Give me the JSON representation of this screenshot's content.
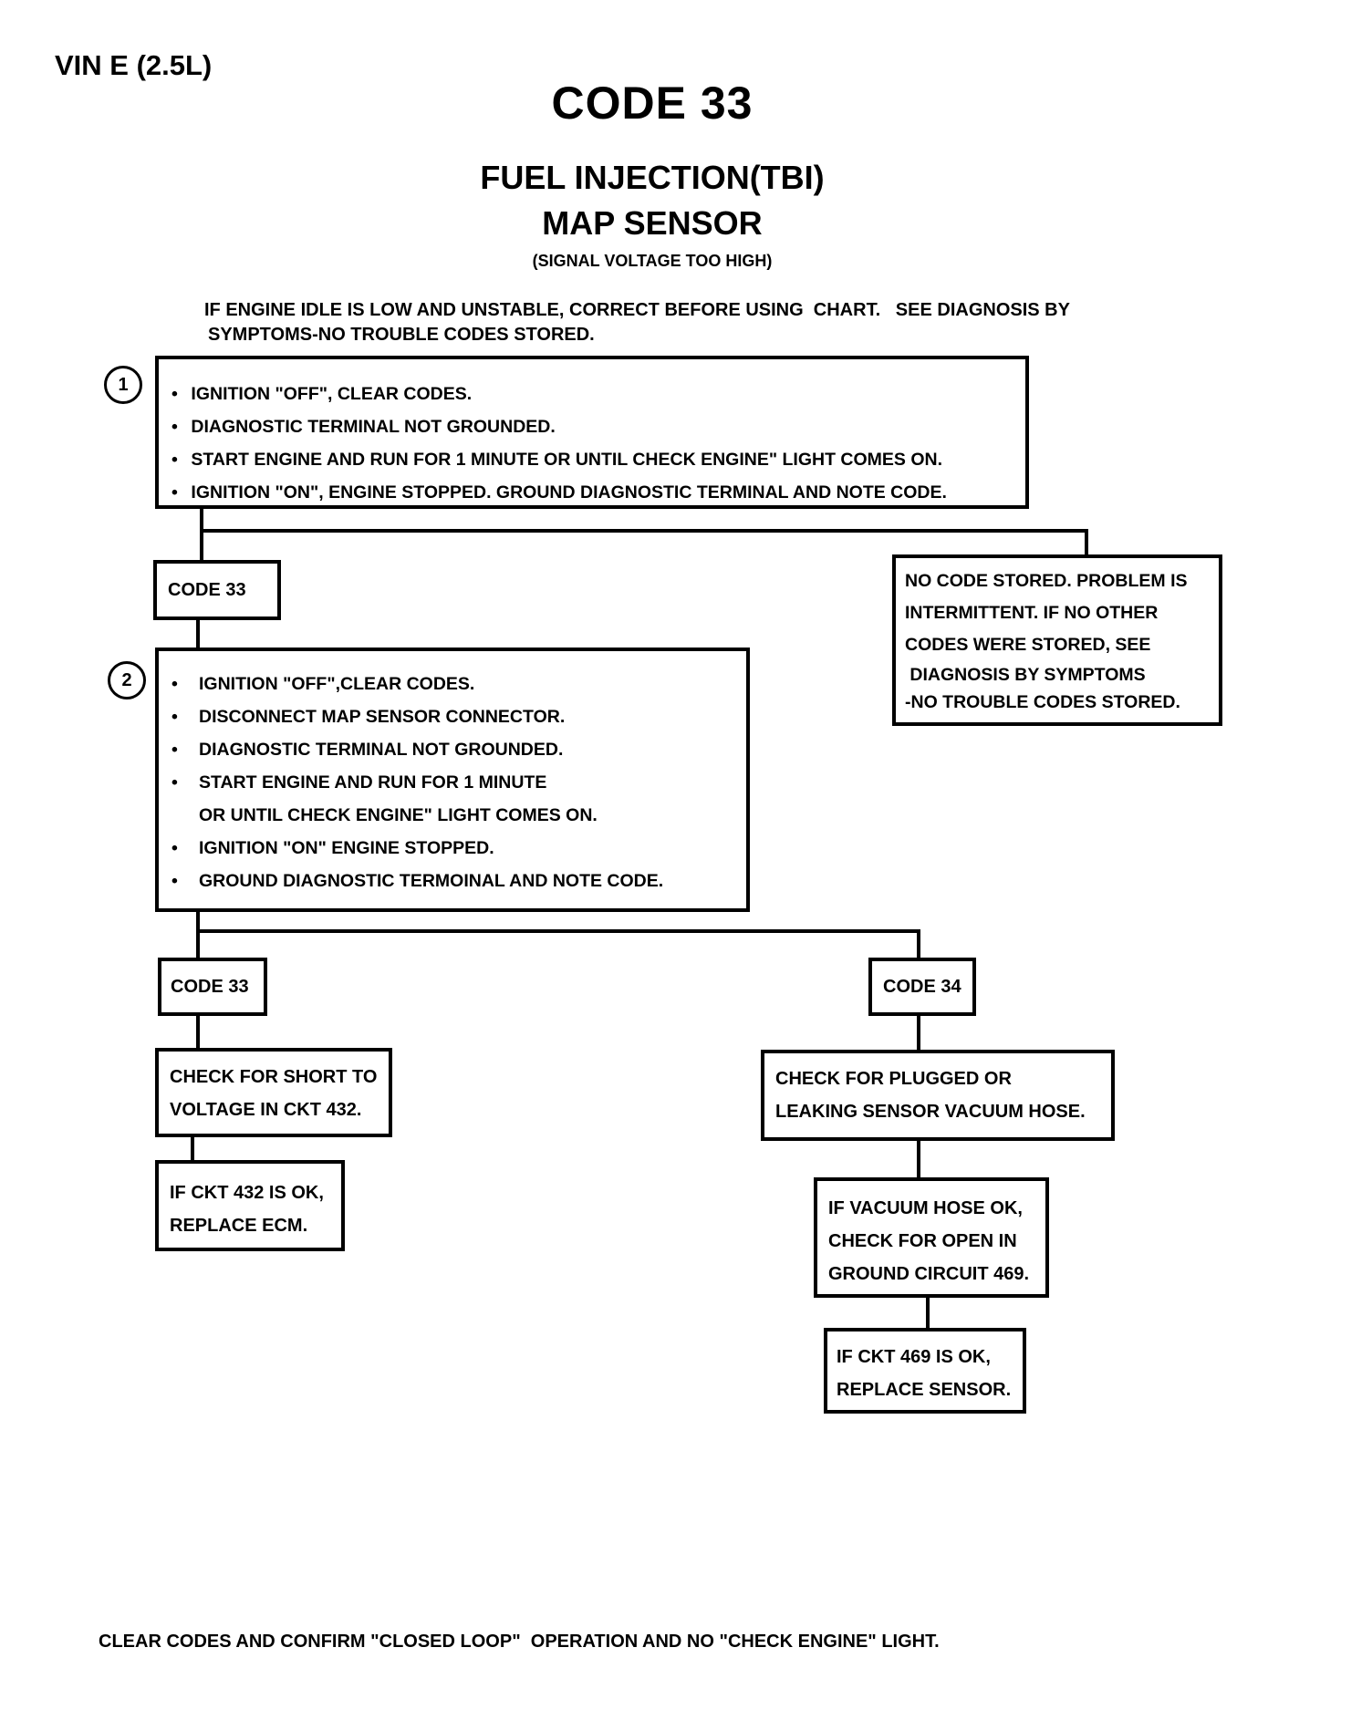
{
  "header": {
    "vin": "VIN E (2.5L)",
    "code": "CODE 33",
    "system": "FUEL INJECTION(TBI)",
    "sensor": "MAP SENSOR",
    "condition": "(SIGNAL VOLTAGE TOO HIGH)",
    "note_line1": "IF ENGINE IDLE IS LOW AND UNSTABLE, CORRECT BEFORE USING  CHART.   SEE DIAGNOSIS BY",
    "note_line2": "SYMPTOMS-NO TROUBLE CODES STORED."
  },
  "step1": {
    "number": "1",
    "bullet": "•",
    "lines": [
      "IGNITION \"OFF\", CLEAR CODES.",
      "DIAGNOSTIC TERMINAL NOT GROUNDED.",
      "START  ENGINE AND RUN FOR 1 MINUTE OR UNTIL CHECK ENGINE\" LIGHT COMES ON.",
      "IGNITION \"ON\", ENGINE STOPPED.  GROUND DIAGNOSTIC TERMINAL AND NOTE CODE."
    ]
  },
  "branch1": {
    "left_code": "CODE 33",
    "right_lines": [
      "NO CODE STORED.  PROBLEM IS",
      "INTERMITTENT.  IF NO OTHER",
      "CODES WERE STORED, SEE",
      " DIAGNOSIS BY SYMPTOMS",
      "-NO TROUBLE CODES STORED."
    ]
  },
  "step2": {
    "number": "2",
    "bullet": "•",
    "lines": [
      "IGNITION \"OFF\",CLEAR CODES.",
      "DISCONNECT MAP SENSOR CONNECTOR.",
      "DIAGNOSTIC TERMINAL NOT GROUNDED.",
      "START  ENGINE AND RUN FOR 1 MINUTE",
      "OR UNTIL CHECK ENGINE\" LIGHT COMES ON.",
      "IGNITION \"ON\" ENGINE STOPPED.",
      "GROUND DIAGNOSTIC TERMOINAL AND NOTE CODE."
    ]
  },
  "branch2": {
    "left_code": "CODE 33",
    "left_check": [
      "CHECK FOR SHORT TO",
      "VOLTAGE IN CKT 432."
    ],
    "left_result": [
      "IF CKT 432 IS OK,",
      "REPLACE ECM."
    ],
    "right_code": "CODE 34",
    "right_check": [
      "CHECK FOR PLUGGED OR",
      "LEAKING SENSOR VACUUM HOSE."
    ],
    "right_check2": [
      "IF VACUUM HOSE OK,",
      "CHECK FOR OPEN IN",
      "GROUND CIRCUIT 469."
    ],
    "right_result": [
      "IF CKT 469 IS OK,",
      "REPLACE SENSOR."
    ]
  },
  "footer": {
    "text": "CLEAR CODES AND CONFIRM \"CLOSED LOOP\"  OPERATION AND NO \"CHECK ENGINE\" LIGHT."
  }
}
